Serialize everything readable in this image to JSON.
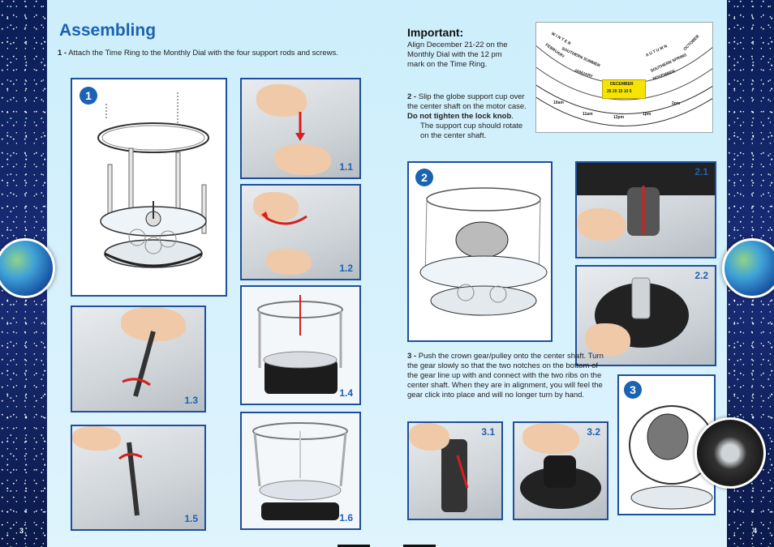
{
  "left_page": {
    "title": "Assembling",
    "step1": {
      "num": "1 -",
      "text": "Attach the Time Ring to the Monthly Dial with the four support rods and screws."
    },
    "figure_badge": "1",
    "captions": [
      "1.1",
      "1.2",
      "1.3",
      "1.4",
      "1.5",
      "1.6"
    ],
    "page_number": "3"
  },
  "right_page": {
    "important_title": "Important:",
    "important_text": "Align December 21-22 on the Monthly Dial with the 12 pm mark on the Time Ring.",
    "step2": {
      "num": "2 -",
      "text_a": "Slip the globe support cup over the center shaft on the motor case.",
      "text_bold": "Do not tighten the lock knob",
      "text_b": ".",
      "text_c": "The support cup should rotate on the center shaft."
    },
    "step3": {
      "num": "3 -",
      "text": "Push the crown gear/pulley onto the center shaft. Turn the gear slowly so that the two notches on the bottom of the gear line up with and connect with the two ribs on the center shaft. When they are in alignment, you will feel the gear click into place and will no longer turn by hand."
    },
    "figure2_badge": "2",
    "figure3_badge": "3",
    "captions": [
      "2.1",
      "2.2",
      "3.1",
      "3.2"
    ],
    "page_number": "4",
    "dial": {
      "months": [
        "FEBRUARY",
        "JANUARY",
        "DECEMBER",
        "NOVEMBER",
        "OCTOBER"
      ],
      "seasons": [
        "W I N T E R",
        "SOUTHERN SUMMER",
        "A U T U M N",
        "SOUTHERN SPRING"
      ],
      "highlight_color": "#f5e400",
      "december_days": "25  20  15  10  5",
      "time_marks": [
        "10am",
        "11am",
        "12pm",
        "1pm",
        "2pm"
      ]
    }
  },
  "colors": {
    "accent": "#1b62b3",
    "panel": "#cdeefc",
    "frame": "#1e4f9c",
    "arrow": "#d42020"
  }
}
